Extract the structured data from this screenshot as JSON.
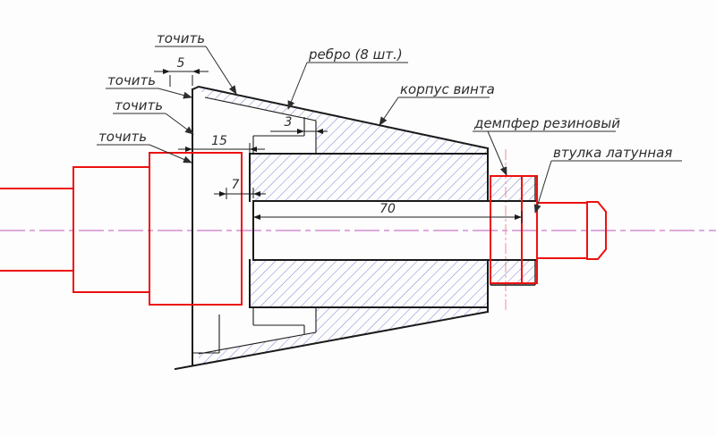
{
  "drawing": {
    "labels": {
      "tochit_top": "точить",
      "tochit_left_1": "точить",
      "tochit_left_2": "точить",
      "tochit_left_3": "точить",
      "rib": "ребро (8 шт.)",
      "body": "корпус винта",
      "damper": "демпфер резиновый",
      "bushing": "втулка латунная"
    },
    "dimensions": {
      "offset_5": "5",
      "rib_3": "3",
      "face_15": "15",
      "bore_7": "7",
      "length_70": "70"
    },
    "colors": {
      "background": "#fdfdfd",
      "outline": "#1a1a1a",
      "hatch": "#7d82d8",
      "red": "#ee1111",
      "centerline": "#c878c8",
      "aux": "#f2a0a8",
      "text": "#2d2d2d"
    }
  }
}
